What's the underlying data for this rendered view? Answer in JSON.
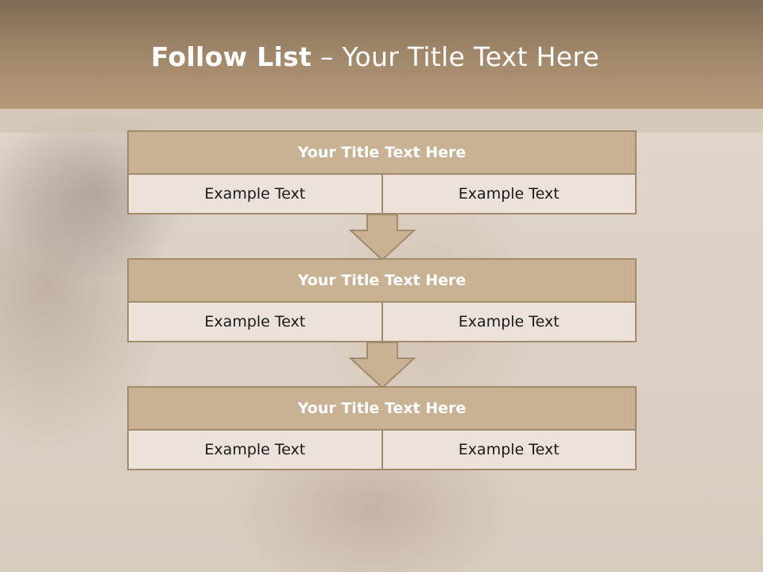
{
  "slide": {
    "title_bold": "Follow List",
    "title_rest": " – Your Title Text Here"
  },
  "blocks": [
    {
      "title": "Your Title Text Here",
      "left": "Example Text",
      "right": "Example Text"
    },
    {
      "title": "Your Title Text Here",
      "left": "Example Text",
      "right": "Example Text"
    },
    {
      "title": "Your Title Text Here",
      "left": "Example Text",
      "right": "Example Text"
    }
  ],
  "colors": {
    "band": "#a48a6c",
    "block_head": "#c9b194",
    "block_row": "#ece2da",
    "border": "#a48a6c"
  }
}
